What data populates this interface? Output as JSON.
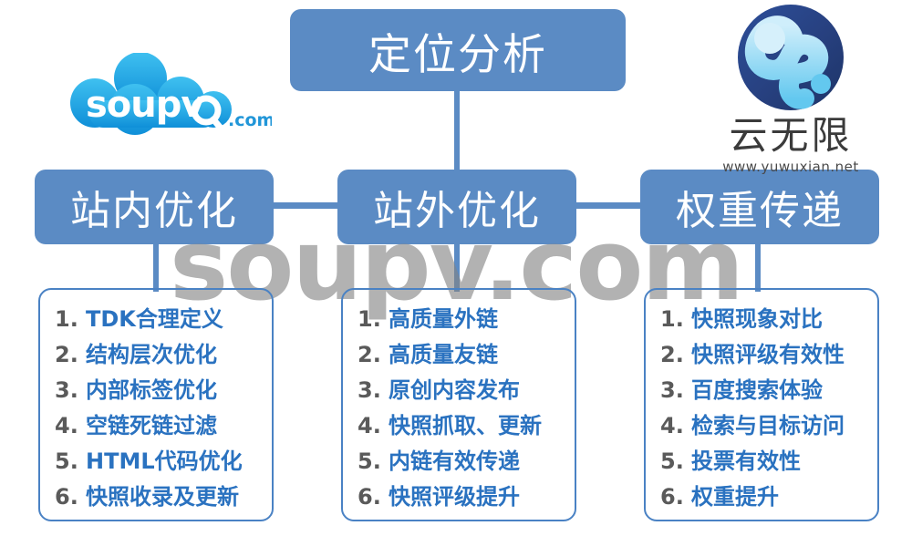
{
  "diagram": {
    "title_box": {
      "label": "定位分析"
    },
    "level2": [
      {
        "label": "站内优化"
      },
      {
        "label": "站外优化"
      },
      {
        "label": "权重传递"
      }
    ],
    "panels": [
      {
        "name": "on-site-optimization-list",
        "items": [
          {
            "num": "1.",
            "text": "TDK合理定义"
          },
          {
            "num": "2.",
            "text": "结构层次优化"
          },
          {
            "num": "3.",
            "text": "内部标签优化"
          },
          {
            "num": "4.",
            "text": "空链死链过滤"
          },
          {
            "num": "5.",
            "text": "HTML代码优化"
          },
          {
            "num": "6.",
            "text": "快照收录及更新"
          }
        ]
      },
      {
        "name": "off-site-optimization-list",
        "items": [
          {
            "num": "1.",
            "text": "高质量外链"
          },
          {
            "num": "2.",
            "text": "高质量友链"
          },
          {
            "num": "3.",
            "text": "原创内容发布"
          },
          {
            "num": "4.",
            "text": "快照抓取、更新"
          },
          {
            "num": "5.",
            "text": "内链有效传递"
          },
          {
            "num": "6.",
            "text": "快照评级提升"
          }
        ]
      },
      {
        "name": "weight-transfer-list",
        "items": [
          {
            "num": "1.",
            "text": "快照现象对比"
          },
          {
            "num": "2.",
            "text": "快照评级有效性"
          },
          {
            "num": "3.",
            "text": "百度搜索体验"
          },
          {
            "num": "4.",
            "text": "检索与目标访问"
          },
          {
            "num": "5.",
            "text": "投票有效性"
          },
          {
            "num": "6.",
            "text": "权重提升"
          }
        ]
      }
    ]
  },
  "watermark": {
    "text": "soupv.com"
  },
  "logo_left": {
    "wordmark": "soupv",
    "suffix": ".com",
    "icon": "cloud-with-magnifier-icon"
  },
  "logo_right": {
    "mark": "circle-y-swoosh-icon",
    "name": "云无限",
    "url": "www.yuwuxian.net"
  },
  "colors": {
    "box_blue": "#5b8bc4",
    "panel_border": "#4a82c4",
    "list_text": "#2a72c0",
    "list_number": "#5a5a5a",
    "watermark": "#828282",
    "logo_left_cloud": "#29a8e0",
    "logo_right_circle": "#2a4a8c",
    "logo_right_swoosh": "#6fcdf0"
  }
}
